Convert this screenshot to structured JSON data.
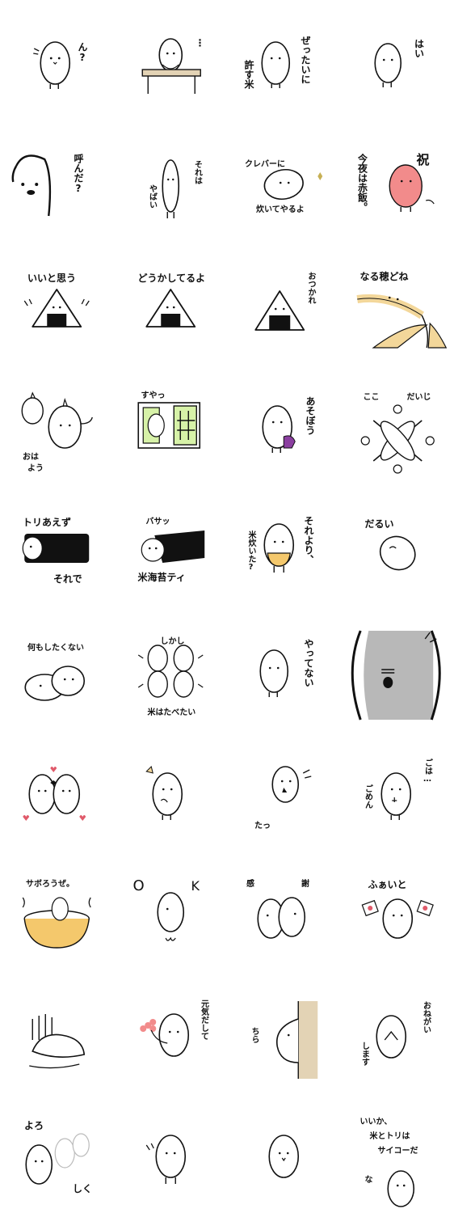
{
  "title": "",
  "stickers": [
    {
      "id": 1,
      "texts": [
        "ん?"
      ]
    },
    {
      "id": 2,
      "texts": [
        "⋮"
      ]
    },
    {
      "id": 3,
      "texts": [
        "ぜったいに",
        "許す米"
      ]
    },
    {
      "id": 4,
      "texts": [
        "はい"
      ]
    },
    {
      "id": 5,
      "texts": [
        "呼んだ?"
      ]
    },
    {
      "id": 6,
      "texts": [
        "それは",
        "やばい"
      ]
    },
    {
      "id": 7,
      "texts": [
        "クレバーに",
        "炊いてやるよ"
      ]
    },
    {
      "id": 8,
      "texts": [
        "祝",
        "今夜は赤飯。"
      ]
    },
    {
      "id": 9,
      "texts": [
        "いいと思う"
      ]
    },
    {
      "id": 10,
      "texts": [
        "どうかしてるよ"
      ]
    },
    {
      "id": 11,
      "texts": [
        "おつかれ"
      ]
    },
    {
      "id": 12,
      "texts": [
        "なる穂どね"
      ]
    },
    {
      "id": 13,
      "texts": [
        "おは",
        "よう"
      ]
    },
    {
      "id": 14,
      "texts": [
        "すやっ"
      ]
    },
    {
      "id": 15,
      "texts": [
        "あそぼう"
      ]
    },
    {
      "id": 16,
      "texts": [
        "ここ",
        "だいじ"
      ]
    },
    {
      "id": 17,
      "texts": [
        "トリあえず",
        "それで"
      ]
    },
    {
      "id": 18,
      "texts": [
        "バサッ",
        "米海苔ティ"
      ]
    },
    {
      "id": 19,
      "texts": [
        "それより、",
        "米炊いた?"
      ]
    },
    {
      "id": 20,
      "texts": [
        "だるい"
      ]
    },
    {
      "id": 21,
      "texts": [
        "何もしたくない"
      ]
    },
    {
      "id": 22,
      "texts": [
        "しかし",
        "米はたべたい"
      ]
    },
    {
      "id": 23,
      "texts": [
        "やってない"
      ]
    },
    {
      "id": 24,
      "texts": []
    },
    {
      "id": 25,
      "texts": []
    },
    {
      "id": 26,
      "texts": []
    },
    {
      "id": 27,
      "texts": [
        "たっ"
      ]
    },
    {
      "id": 28,
      "texts": [
        "ごは…",
        "ごめん"
      ]
    },
    {
      "id": 29,
      "texts": [
        "サボろうぜ。"
      ]
    },
    {
      "id": 30,
      "texts": [
        "O",
        "K"
      ]
    },
    {
      "id": 31,
      "texts": [
        "感",
        "謝"
      ]
    },
    {
      "id": 32,
      "texts": [
        "ふぁいと"
      ]
    },
    {
      "id": 33,
      "texts": []
    },
    {
      "id": 34,
      "texts": [
        "元気だして"
      ]
    },
    {
      "id": 35,
      "texts": [
        "ちら"
      ]
    },
    {
      "id": 36,
      "texts": [
        "おねがい",
        "します"
      ]
    },
    {
      "id": 37,
      "texts": [
        "よろ",
        "しく"
      ]
    },
    {
      "id": 38,
      "texts": []
    },
    {
      "id": 39,
      "texts": []
    },
    {
      "id": 40,
      "texts": [
        "いいか、",
        "米とトリは",
        "サイコーだ",
        "な"
      ]
    }
  ],
  "colors": {
    "line": "#111111",
    "pink": "#f28b8b",
    "heart": "#e05a6a",
    "green": "#d7f2a8",
    "tan": "#e3d3b5",
    "gold": "#f3d79a",
    "bowl": "#f4c86c",
    "grey": "#b8b8b8",
    "purple": "#8b3fa0"
  }
}
